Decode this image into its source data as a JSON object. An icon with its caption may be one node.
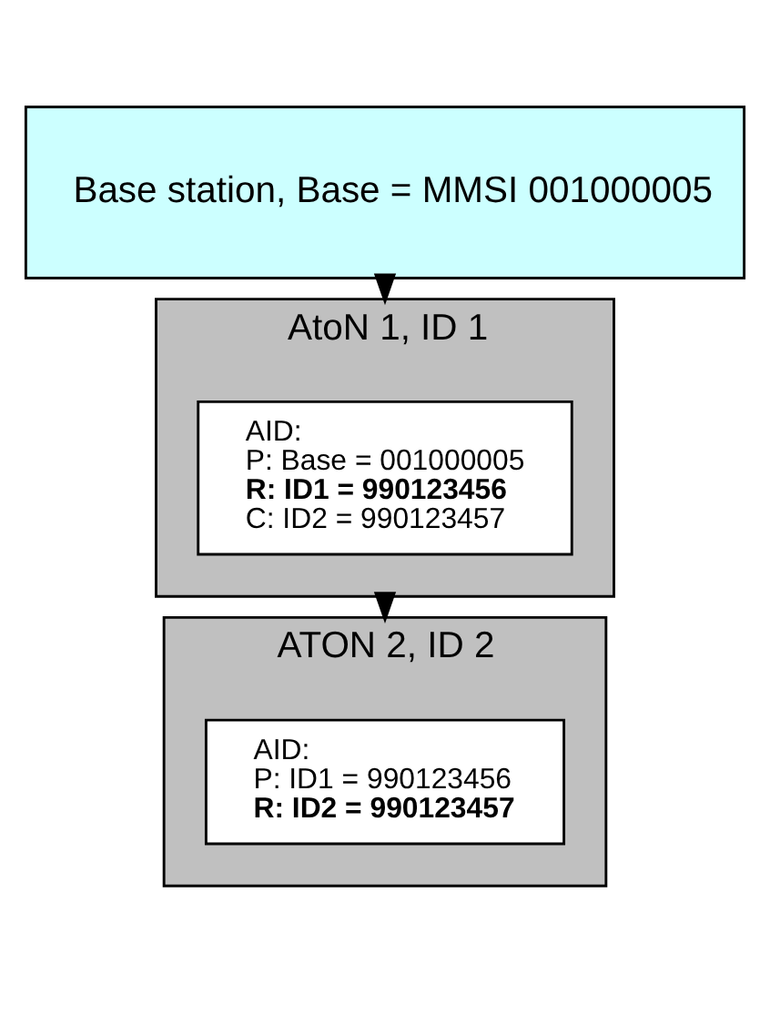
{
  "diagram": {
    "nodes": [
      {
        "text": [
          "Base station, Base = MMSI 001000005"
        ]
      },
      {
        "text": [
          "AtoN 1, ID 1"
        ]
      },
      {
        "text": [
          "AID:",
          "P: Base = 001000005",
          "**R: ID1 = 990123456**",
          "C: ID2 = 990123457"
        ],
        "in": 1
      },
      {
        "text": [
          "ATON 2, ID 2"
        ]
      },
      {
        "text": [
          "AID:",
          "P: ID1 = 990123456",
          "**R: ID2 = 990123457**"
        ],
        "in": 3
      }
    ],
    "edges": [
      {
        "from": 0,
        "to": 1,
        "arrow": "to"
      },
      {
        "from": 1,
        "to": 3,
        "arrow": "to"
      }
    ]
  }
}
